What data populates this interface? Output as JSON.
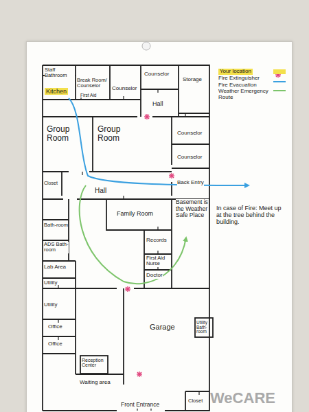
{
  "diagram": {
    "labels": [
      "Staff Bathroom",
      "Kitchen",
      "Break Room/ Counselor",
      "First Aid",
      "Counselor",
      "Counselor",
      "Storage",
      "Hall",
      "Counselor",
      "Counselor",
      "Back Entry",
      "Group Room",
      "Group Room",
      "Closet",
      "Hall",
      "Family Room",
      "Records",
      "First Aid Nurse",
      "Doctor",
      "Basement is the Weather Safe Place",
      "Bath-room",
      "ADS Bath-room",
      "Lab Area",
      "Utility",
      "Utility",
      "Office",
      "Office",
      "Garage",
      "Utility Bath-room",
      "Reception Center",
      "Waiting area",
      "Front Entrance",
      "Closet",
      "In case of Fire: Meet up at the tree behind the building.",
      "WeCARE"
    ],
    "legend": [
      {
        "text": "Your location",
        "color": "#f3e04c"
      },
      {
        "text": "Fire Extinguisher"
      },
      {
        "text": "Fire Evacuation Route"
      },
      {
        "text": "Weather Emergency Route"
      }
    ]
  }
}
